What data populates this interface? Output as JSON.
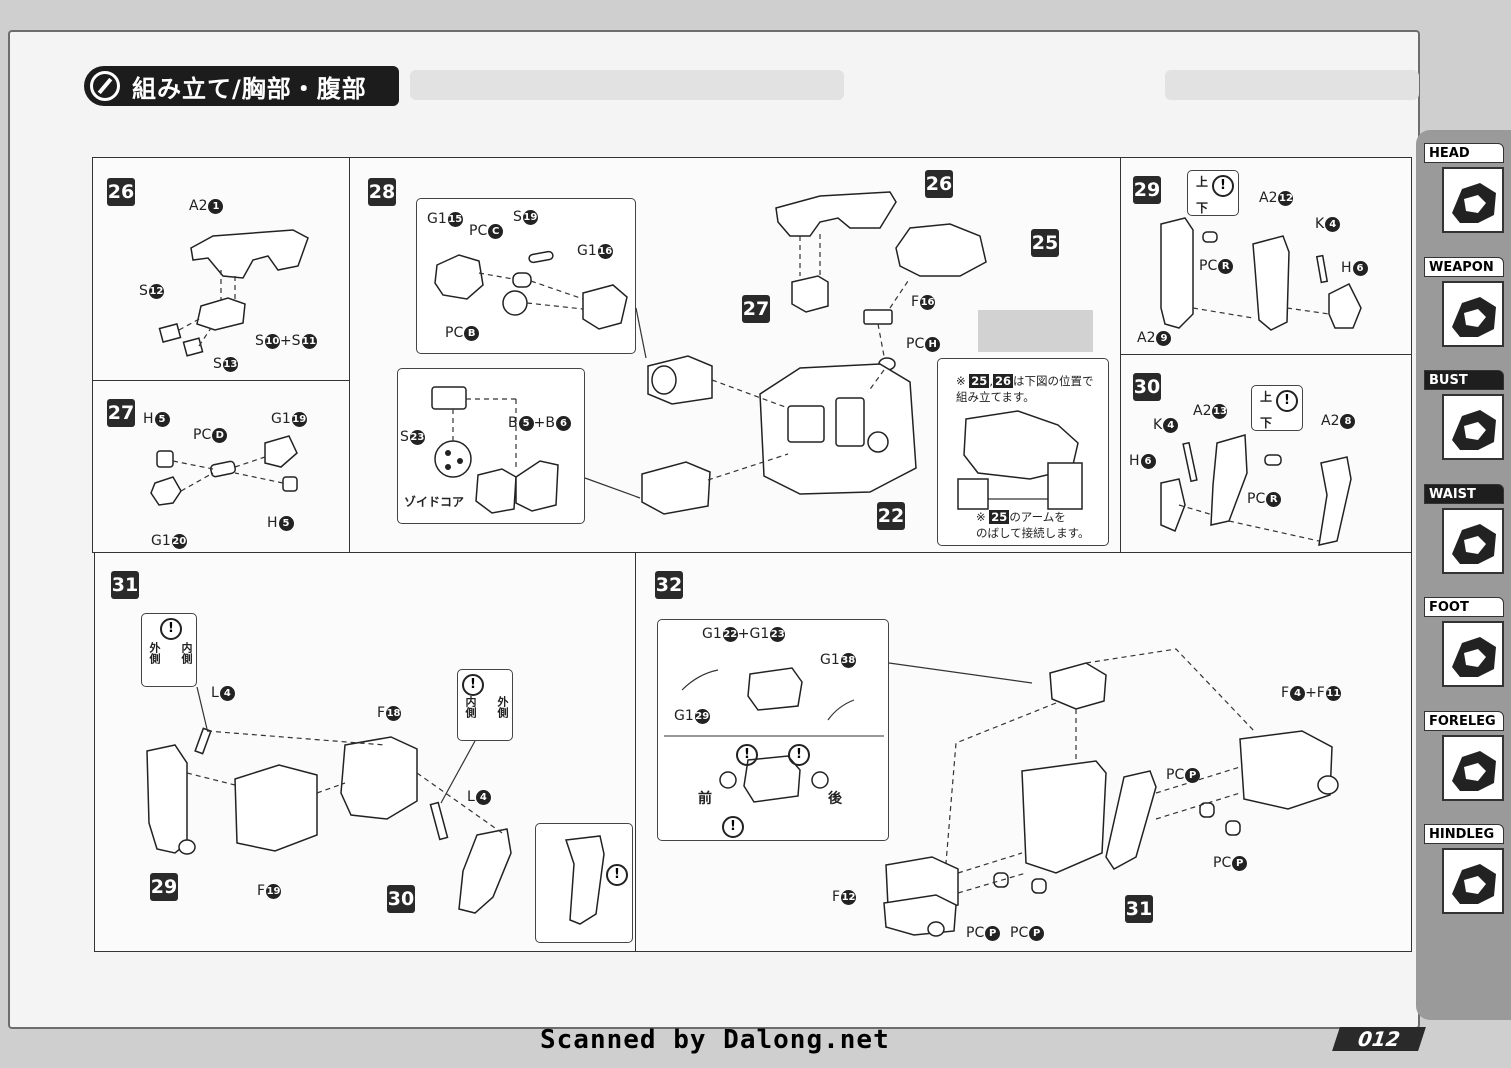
{
  "header": {
    "title": "組み立て/胸部・腹部"
  },
  "steps": {
    "s26": {
      "number": "26",
      "labels": {
        "a2": "A2",
        "a2n": "1",
        "s12": "S",
        "s12n": "12",
        "s10": "S",
        "s10n": "10",
        "plus": "+S",
        "s11n": "11",
        "s13": "S",
        "s13n": "13"
      }
    },
    "s27": {
      "number": "27",
      "labels": {
        "h5a": "H",
        "h5an": "5",
        "pcd": "PC",
        "pcdn": "D",
        "g119": "G1",
        "g119n": "19",
        "h5b": "H",
        "h5bn": "5",
        "g120": "G1",
        "g120n": "20"
      }
    },
    "s28": {
      "number": "28",
      "labels": {
        "g115": "G1",
        "g115n": "15",
        "pcc": "PC",
        "pccn": "C",
        "s19": "S",
        "s19n": "19",
        "g116": "G1",
        "g116n": "16",
        "pcb": "PC",
        "pcbn": "B",
        "s23": "S",
        "s23n": "23",
        "b56": "B",
        "b5n": "5",
        "b56p": "+B",
        "b6n": "6",
        "core": "ゾイドコア",
        "f16": "F",
        "f16n": "16",
        "pch": "PC",
        "pchn": "H"
      },
      "refs": {
        "r26": "26",
        "r25": "25",
        "r27": "27",
        "r22": "22"
      },
      "note_top": {
        "prefix": "※",
        "a": "25",
        "sep": ",",
        "b": "26",
        "line1": "は下図の位置で",
        "line2": "組み立てます。"
      },
      "note_bottom": {
        "prefix": "※",
        "a": "25",
        "line1": "のアームを",
        "line2": "のばして接続します。"
      }
    },
    "s29": {
      "number": "29",
      "labels": {
        "up": "上",
        "down": "下",
        "a212": "A2",
        "a212n": "12",
        "k4": "K",
        "k4n": "4",
        "pcr": "PC",
        "pcrn": "R",
        "h6": "H",
        "h6n": "6",
        "a29": "A2",
        "a29n": "9"
      }
    },
    "s30": {
      "number": "30",
      "labels": {
        "up": "上",
        "down": "下",
        "a213": "A2",
        "a213n": "13",
        "a28": "A2",
        "a28n": "8",
        "k4": "K",
        "k4n": "4",
        "h6": "H",
        "h6n": "6",
        "pcr": "PC",
        "pcrn": "R"
      }
    },
    "s31": {
      "number": "31",
      "labels": {
        "outer": "外側",
        "inner": "内側",
        "l4a": "L",
        "l4an": "4",
        "f18": "F",
        "f18n": "18",
        "inner2": "内側",
        "outer2": "外側",
        "l4b": "L",
        "l4bn": "4",
        "f19": "F",
        "f19n": "19"
      },
      "refs": {
        "r29": "29",
        "r30": "30"
      }
    },
    "s32": {
      "number": "32",
      "labels": {
        "g122": "G1",
        "g122n": "22",
        "g123p": "+G1",
        "g123n": "23",
        "g138": "G1",
        "g138n": "38",
        "g129": "G1",
        "g129n": "29",
        "front": "前",
        "back": "後",
        "f4": "F",
        "f4n": "4",
        "f11p": "+F",
        "f11n": "11",
        "pcp1": "PC",
        "pcp1n": "P",
        "pcp2": "PC",
        "pcp2n": "P",
        "f12": "F",
        "f12n": "12",
        "pcp3": "PC",
        "pcp3n": "P",
        "pcp4": "PC",
        "pcp4n": "P"
      },
      "refs": {
        "r31": "31"
      }
    }
  },
  "nav": [
    {
      "label": "HEAD",
      "icon": "head-thumb"
    },
    {
      "label": "WEAPON",
      "icon": "weapon-thumb"
    },
    {
      "label": "BUST",
      "icon": "bust-thumb",
      "active": true
    },
    {
      "label": "WAIST",
      "icon": "waist-thumb",
      "active": true
    },
    {
      "label": "FOOT",
      "icon": "foot-thumb"
    },
    {
      "label": "FORELEG",
      "icon": "foreleg-thumb"
    },
    {
      "label": "HINDLEG",
      "icon": "hindleg-thumb"
    }
  ],
  "footer": {
    "credit": "Scanned by Dalong.net",
    "page_number": "012"
  },
  "caution_symbol": "!"
}
